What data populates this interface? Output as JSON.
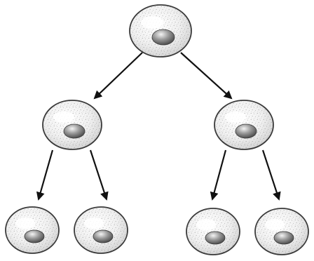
{
  "diagram": {
    "kind": "cell-division-tree",
    "generations": [
      {
        "level": 1,
        "cell_count": 1
      },
      {
        "level": 2,
        "cell_count": 2
      },
      {
        "level": 3,
        "cell_count": 4
      }
    ],
    "colors": {
      "cell_fill_light": "#fafafa",
      "cell_fill_mid": "#d7d7d7",
      "cell_outline": "#3a3a3a",
      "speckle": "#444444",
      "nucleus_light": "#e6e6e6",
      "nucleus_dark": "#4a4a4a",
      "arrow": "#111111"
    }
  }
}
